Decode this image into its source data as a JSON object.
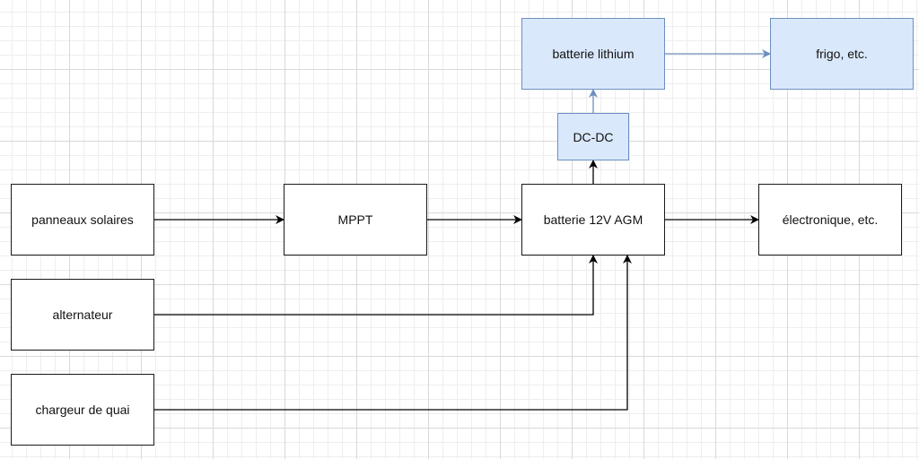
{
  "diagram": {
    "nodes": {
      "panneaux": {
        "label": "panneaux solaires"
      },
      "alternateur": {
        "label": "alternateur"
      },
      "chargeur": {
        "label": "chargeur de quai"
      },
      "mppt": {
        "label": "MPPT"
      },
      "agm": {
        "label": "batterie 12V AGM"
      },
      "electronique": {
        "label": "électronique, etc."
      },
      "dcdc": {
        "label": "DC-DC"
      },
      "lithium": {
        "label": "batterie lithium"
      },
      "frigo": {
        "label": "frigo, etc."
      }
    },
    "edges": [
      {
        "from": "panneaux solaires",
        "to": "MPPT"
      },
      {
        "from": "MPPT",
        "to": "batterie 12V AGM"
      },
      {
        "from": "batterie 12V AGM",
        "to": "électronique, etc."
      },
      {
        "from": "alternateur",
        "to": "batterie 12V AGM"
      },
      {
        "from": "chargeur de quai",
        "to": "batterie 12V AGM"
      },
      {
        "from": "batterie 12V AGM",
        "to": "DC-DC"
      },
      {
        "from": "DC-DC",
        "to": "batterie lithium"
      },
      {
        "from": "batterie lithium",
        "to": "frigo, etc."
      }
    ],
    "colors": {
      "box_fill": "#ffffff",
      "box_stroke": "#1a1a1a",
      "highlight_fill": "#dae8fc",
      "highlight_stroke": "#6c8ebf",
      "arrow_dark": "#000000",
      "arrow_blue": "#6c8ebf"
    }
  }
}
